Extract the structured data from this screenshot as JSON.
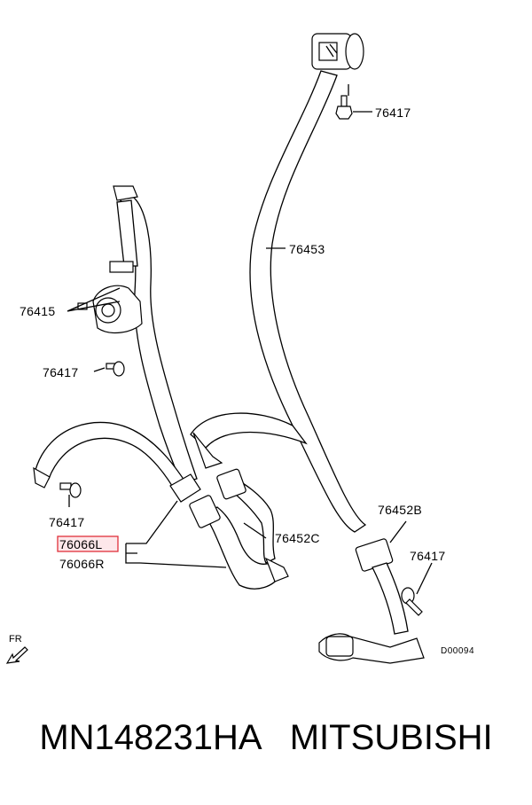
{
  "diagram": {
    "labels": {
      "p76417_top": "76417",
      "p76453": "76453",
      "p76415": "76415",
      "p76417_mid": "76417",
      "p76417_low": "76417",
      "p76066l": "76066L",
      "p76066r": "76066R",
      "p76452c": "76452C",
      "p76452b": "76452B",
      "p76417_right": "76417",
      "code": "D00094",
      "fr": "FR"
    },
    "highlight_color": "#e0303a"
  },
  "caption": {
    "part_number": "MN148231HA",
    "brand": "MITSUBISHI"
  }
}
